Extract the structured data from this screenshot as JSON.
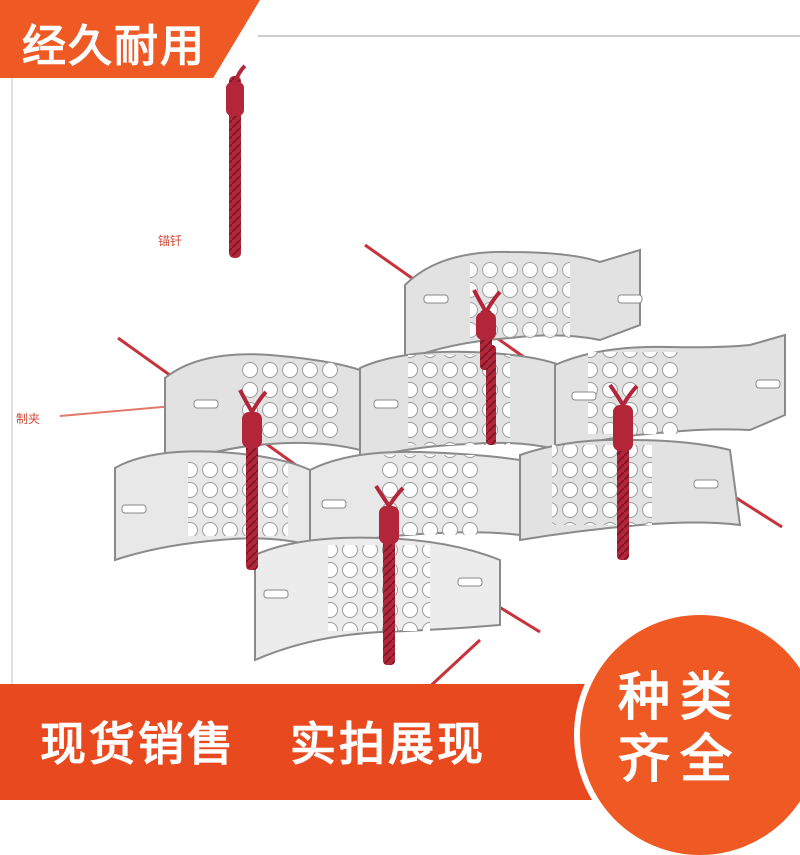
{
  "banner": {
    "text": "经久耐用"
  },
  "illustration": {
    "label_anchor": "锚钎",
    "label_cell": "制夹"
  },
  "footer": {
    "slogan_left": "现货销售",
    "slogan_right": "实拍展现"
  },
  "badge": {
    "line1": "种类",
    "line2": "齐全"
  },
  "colors": {
    "orange": "#ef5a24",
    "rod_red": "#b3263a",
    "panel_gray": "#dcdcdc",
    "wire_red": "#c8323a"
  }
}
